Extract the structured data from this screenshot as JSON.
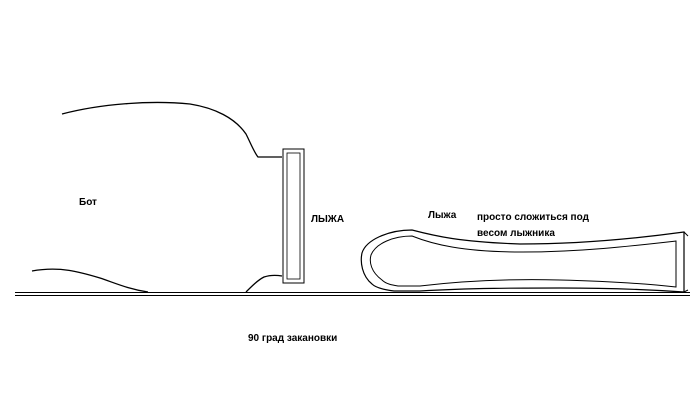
{
  "labels": {
    "boot": "Бот",
    "ski_vertical": "ЛЫЖА",
    "ski_folded": "Лыжа",
    "note_line1": "просто сложиться под",
    "note_line2": "весом лыжника",
    "bend": "90 град закановки"
  },
  "colors": {
    "stroke": "#000000",
    "fill": "#ffffff"
  }
}
